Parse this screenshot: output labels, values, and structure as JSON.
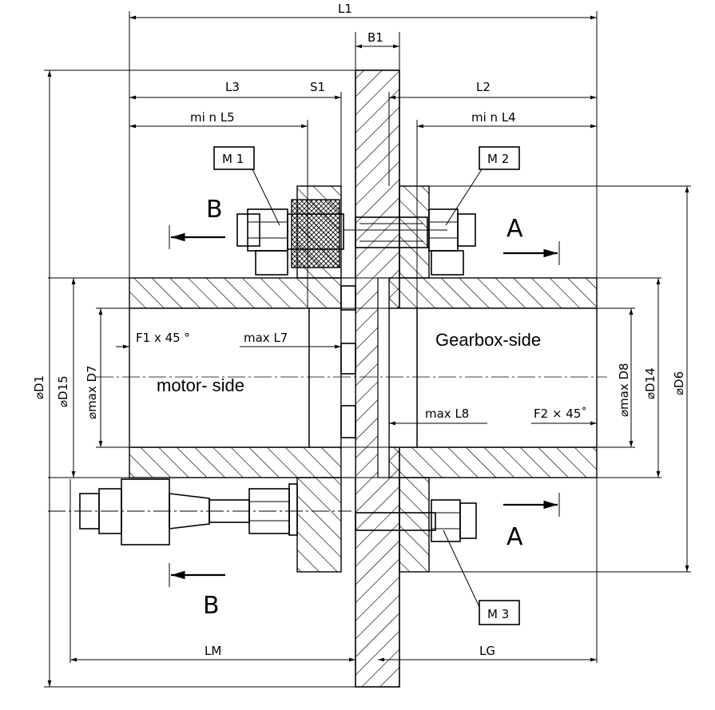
{
  "dimensions": {
    "L1": "L1",
    "B1": "B1",
    "L3": "L3",
    "S1": "S1",
    "L2": "L2",
    "minL5": "mi n  L5",
    "minL4": "mi n  L4",
    "F1": "F1 x 45 °",
    "maxL7": "max  L7",
    "maxL8": "max  L8",
    "F2": "F2 × 45˚",
    "LM": "LM",
    "LG": "LG",
    "D1": "⌀D1",
    "D15": "⌀D15",
    "D7": "⌀max  D7",
    "D8": "⌀max  D8",
    "D14": "⌀D14",
    "D6": "⌀D6"
  },
  "labels": {
    "M1": "M 1",
    "M2": "M 2",
    "M3": "M 3",
    "A_top": "A",
    "A_bottom": "A",
    "B_top": "B",
    "B_bottom": "B",
    "gearbox_side": "Gearbox-side",
    "motor_side": "motor- side"
  }
}
